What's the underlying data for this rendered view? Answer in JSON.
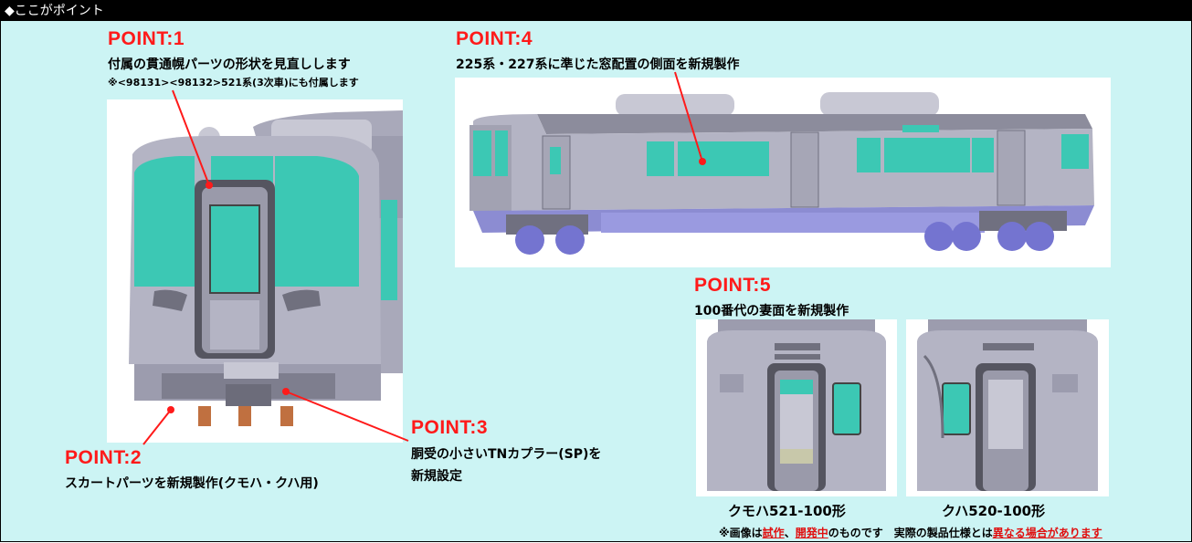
{
  "header": {
    "title": "◆ここがポイント"
  },
  "points": [
    {
      "label": "POINT:1",
      "desc": "付属の貫通幌パーツの形状を見直しします",
      "note": "※<98131><98132>521系(3次車)にも付属します"
    },
    {
      "label": "POINT:2",
      "desc": "スカートパーツを新規製作(クモハ・クハ用)"
    },
    {
      "label": "POINT:3",
      "desc_line1": "胴受の小さいTNカプラー(SP)を",
      "desc_line2": "新規設定"
    },
    {
      "label": "POINT:4",
      "desc": "225系・227系に準じた窓配置の側面を新規製作"
    },
    {
      "label": "POINT:5",
      "desc": "100番代の妻面を新規製作"
    }
  ],
  "captions": {
    "left": "クモハ521-100形",
    "right": "クハ520-100形"
  },
  "disclaimer": {
    "prefix": "※画像は",
    "emph1": "試作",
    "sep": "、",
    "emph2": "開発中",
    "mid": "のものです　実際の製品仕様とは",
    "emph3": "異なる場合があります"
  },
  "colors": {
    "accent_red": "#ff1a1a",
    "background": "#ccf4f4",
    "model_gray": "#b4b4c4",
    "window_teal": "#3cc8b4",
    "underbody_purple": "#8c8cd2"
  }
}
